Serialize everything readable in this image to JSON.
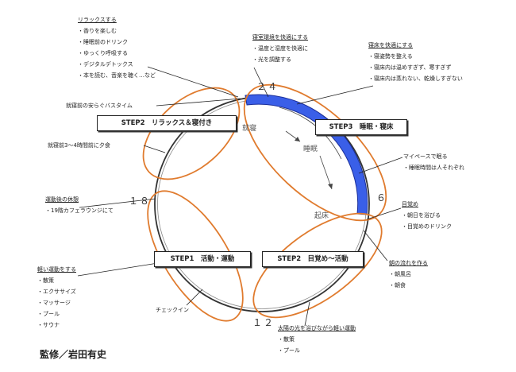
{
  "notes": {
    "relax": {
      "title": "リラックスする",
      "items": [
        "・香りを楽しむ",
        "・睡眠前のドリンク",
        "・ゆっくり呼吸する",
        "・デジタルデトックス",
        "・本を読む、音楽を聴く…など"
      ]
    },
    "room": {
      "title": "寝室環境を快適にする",
      "items": [
        "・温度と湿度を快適に",
        "・光を調整する"
      ]
    },
    "bed": {
      "title": "寝床を快適にする",
      "items": [
        "・寝姿勢を整える",
        "・寝床内は温めすぎず、寒すぎず",
        "・寝床内は蒸れない、乾燥しすぎない"
      ]
    },
    "bath": {
      "text": "就寝前の安らぐバスタイム"
    },
    "dinner": {
      "text": "就寝前3～4時間前に夕食"
    },
    "mypace": {
      "title": "マイペースで眠る",
      "items": [
        "・睡眠時間は人それぞれ"
      ]
    },
    "wake": {
      "title": "目覚め",
      "items": [
        "・朝日を浴びる",
        "・目覚めのドリンク"
      ]
    },
    "morning": {
      "title": "朝の流れを作る",
      "items": [
        "・朝風呂",
        "・朝食"
      ]
    },
    "after": {
      "title": "運動後の休憩",
      "items": [
        "・19階カフェラウンジにて"
      ]
    },
    "exercise": {
      "title": "軽い運動をする",
      "items": [
        "・散策",
        "・エクササイズ",
        "・マッサージ",
        "・プール",
        "・サウナ"
      ]
    },
    "sun": {
      "title": "太陽の光を浴びながら軽い運動",
      "items": [
        "・散策",
        "・プール"
      ]
    },
    "checkin": {
      "text": "チェックイン"
    }
  },
  "steps": {
    "relax": "STEP2　リラックス＆寝付き",
    "sleep": "STEP3　睡眠・寝床",
    "active": "STEP1　活動・運動",
    "wakeup": "STEP2　目覚め～活動"
  },
  "clock": {
    "n24": "２４",
    "n6": "６",
    "n12": "１２",
    "n18": "１８"
  },
  "labels": {
    "bedtime": "就寝",
    "sleep": "睡眠",
    "rise": "起床"
  },
  "footer": "監修／岩田有史",
  "colors": {
    "ellipse": "#e07b2e",
    "arc": "#3a5fe8",
    "ring": "#333333"
  }
}
